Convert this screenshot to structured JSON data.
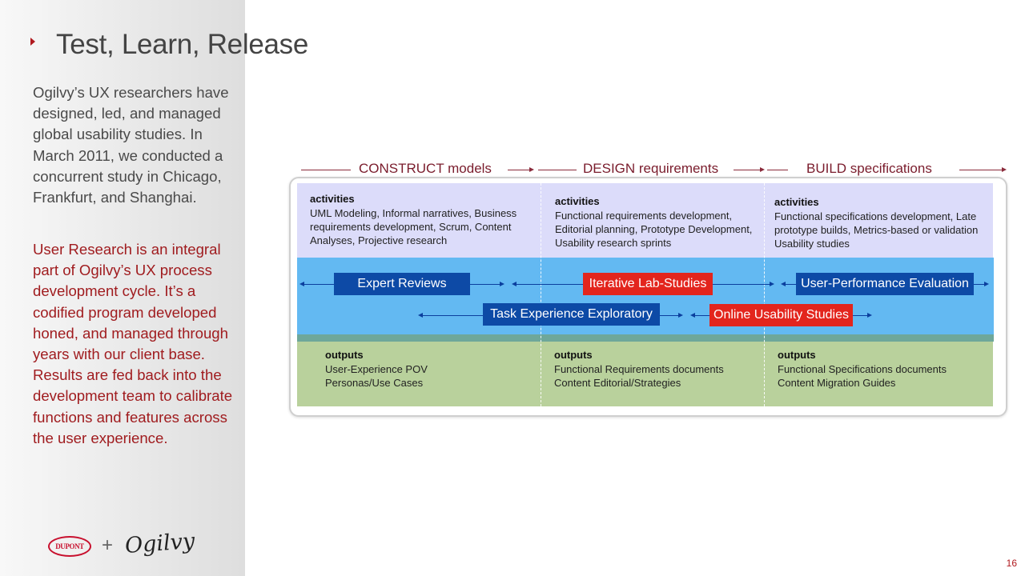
{
  "slide": {
    "title": "Test, Learn, Release",
    "page_number": "16"
  },
  "sidebar": {
    "paragraph_1": "Ogilvy’s UX researchers have designed, led, and managed global usability studies. In March 2011, we conducted a concurrent study in Chicago, Frankfurt, and Shanghai.",
    "paragraph_2": "User Research is an integral part of Ogilvy’s UX process development cycle. It’s a codified program developed honed, and managed through years with our client base. Results are fed back into the development team to calibrate functions and features across the user experience."
  },
  "logos": {
    "dupont": "DUPONT",
    "plus": "+",
    "ogilvy": "Ogilvy"
  },
  "diagram": {
    "phases": [
      "CONSTRUCT models",
      "DESIGN requirements",
      "BUILD specifications"
    ],
    "activities": [
      {
        "title": "activities",
        "text": "UML Modeling, Informal narratives, Business requirements development, Scrum, Content Analyses, Projective research"
      },
      {
        "title": "activities",
        "text": "Functional requirements development, Editorial planning, Prototype Development, Usability research sprints"
      },
      {
        "title": "activities",
        "text": "Functional specifications development, Late prototype builds, Metrics-based or validation Usability studies"
      }
    ],
    "methods": {
      "expert_reviews": "Expert Reviews",
      "iterative_lab": "Iterative Lab-Studies",
      "user_performance": "User-Performance Evaluation",
      "task_experience": "Task Experience Exploratory",
      "online_usability": "Online Usability Studies"
    },
    "outputs": [
      {
        "title": "outputs",
        "text": "User-Experience POV\nPersonas/Use Cases"
      },
      {
        "title": "outputs",
        "text": "Functional Requirements documents\nContent Editorial/Strategies"
      },
      {
        "title": "outputs",
        "text": "Functional Specifications documents\nContent Migration Guides"
      }
    ],
    "colors": {
      "activities_band": "#dcdcfa",
      "methods_band": "#63b9f2",
      "outputs_band": "#b9d19c",
      "method_blue": "#0d4aa6",
      "method_red": "#e3251d",
      "phase_text": "#7a1c2c"
    }
  }
}
